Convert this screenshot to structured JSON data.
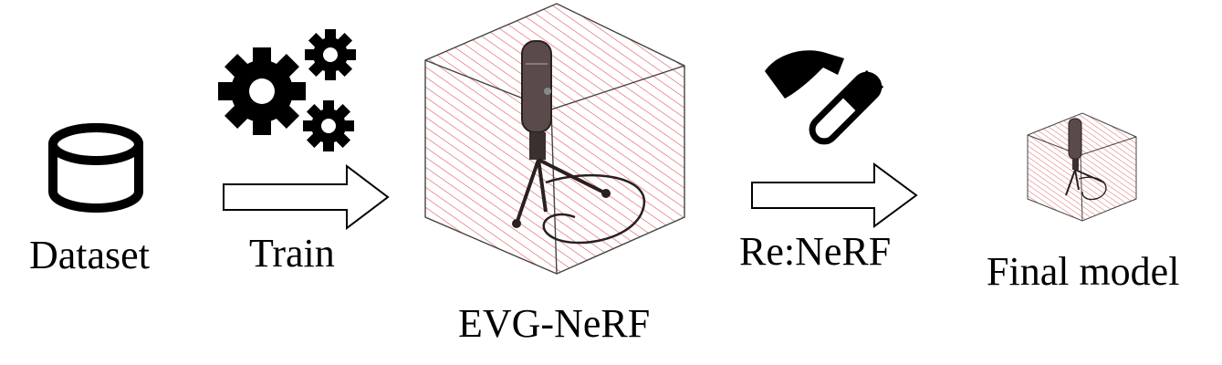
{
  "labels": {
    "dataset": "Dataset",
    "train": "Train",
    "evg_nerf": "EVG-NeRF",
    "renerf": "Re:NeRF",
    "final_model": "Final model"
  },
  "icons": {
    "dataset": "database-icon",
    "train": "gears-icon",
    "renerf": "hammer-icon",
    "arrow": "hollow-right-arrow-icon"
  },
  "colors": {
    "hatch": "#e05555",
    "ink": "#000000",
    "mic_body": "#5a4a4a"
  }
}
